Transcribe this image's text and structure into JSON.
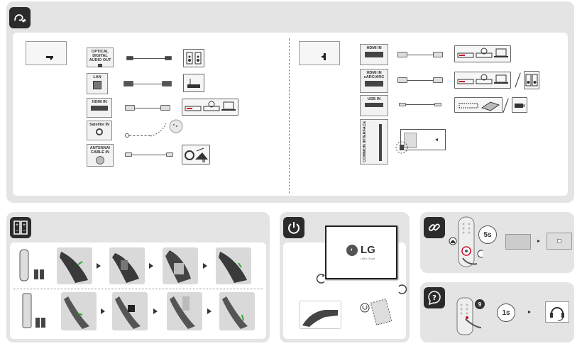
{
  "ports_left": [
    {
      "label": "OPTICAL DIGITAL AUDIO OUT"
    },
    {
      "label": "LAN"
    },
    {
      "label": "HDMI IN"
    },
    {
      "label": "Satellite IN"
    },
    {
      "label": "ANTENNA/ CABLE IN"
    }
  ],
  "ports_right": [
    {
      "label": "HDMI IN"
    },
    {
      "label": "HDMI IN eARC/ARC"
    },
    {
      "label": "USB IN"
    },
    {
      "label": "COMMON INTERFACE"
    }
  ],
  "brand": {
    "logo": "LG",
    "tagline": "Life's Good"
  },
  "timers": {
    "pairing": "5s",
    "help": "1s"
  },
  "help_badge_number": "9",
  "colors": {
    "panel": "#e4e4e4",
    "badge": "#2b2b2b",
    "accent_red": "#c8102e"
  }
}
